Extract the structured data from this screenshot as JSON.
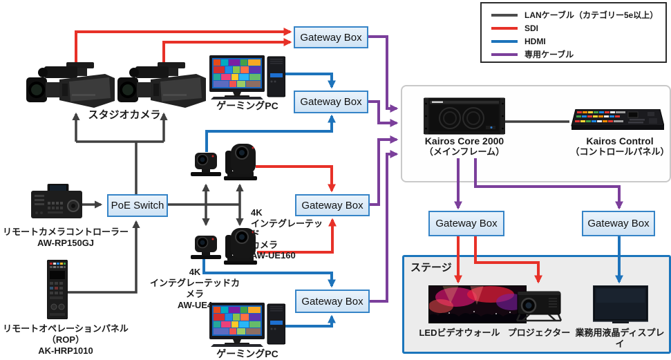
{
  "legend": {
    "items": [
      {
        "name": "lan-cable",
        "label": "LANケーブル（カテゴリー5e以上）",
        "color": "#4d4d4d"
      },
      {
        "name": "sdi",
        "label": "SDI",
        "color": "#e73128"
      },
      {
        "name": "hdmi",
        "label": "HDMI",
        "color": "#1d73bb"
      },
      {
        "name": "dedicated-cable",
        "label": "専用ケーブル",
        "color": "#7b3f9b"
      }
    ]
  },
  "nodes": {
    "gateway_box": "Gateway Box",
    "poe_switch": "PoE Switch"
  },
  "stage": {
    "title": "ステージ"
  },
  "devices": {
    "studio_camera": {
      "label": "スタジオカメラ"
    },
    "gaming_pc": {
      "label": "ゲーミングPC"
    },
    "remote_controller": {
      "lines": [
        "リモートカメラコントローラー",
        "AW-RP150GJ"
      ]
    },
    "rop": {
      "lines": [
        "リモートオペレーションパネル",
        "（ROP）",
        "AK-HRP1010"
      ]
    },
    "ptz_ue160": {
      "lines": [
        "4K",
        "インテグレーテッド",
        "カメラ",
        "AW-UE160"
      ]
    },
    "ptz_ue4": {
      "lines": [
        "4K",
        "インテグレーテッドカメラ",
        "AW-UE4"
      ]
    },
    "kairos_core": {
      "lines": [
        "Kairos Core 2000",
        "（メインフレーム）"
      ]
    },
    "kairos_control": {
      "lines": [
        "Kairos Control",
        "（コントロールパネル）"
      ]
    },
    "led_wall": {
      "label": "LEDビデオウォール"
    },
    "projector": {
      "label": "プロジェクター"
    },
    "display": {
      "label": "業務用液晶ディスプレイ"
    }
  }
}
